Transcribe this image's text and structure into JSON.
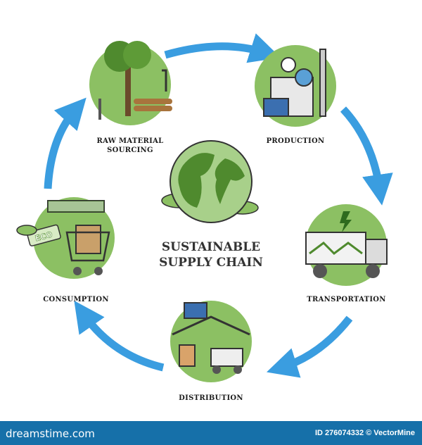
{
  "title": [
    "SUSTAINABLE",
    "SUPPLY CHAIN"
  ],
  "stages": [
    {
      "label_lines": [
        "RAW MATERIAL",
        "SOURCING"
      ]
    },
    {
      "label_lines": [
        "PRODUCTION"
      ]
    },
    {
      "label_lines": [
        "TRANSPORTATION"
      ]
    },
    {
      "label_lines": [
        "DISTRIBUTION"
      ]
    },
    {
      "label_lines": [
        "CONSUMPTION"
      ]
    }
  ],
  "eco_tag": "ECO",
  "footer": {
    "logo": "dreamstime.com",
    "credit": "ID 276074332 © VectorMine"
  },
  "colors": {
    "arrow": "#3a9de0",
    "green": "#8cc063",
    "dark_green": "#4f8a2e",
    "footer": "#1670a9"
  }
}
